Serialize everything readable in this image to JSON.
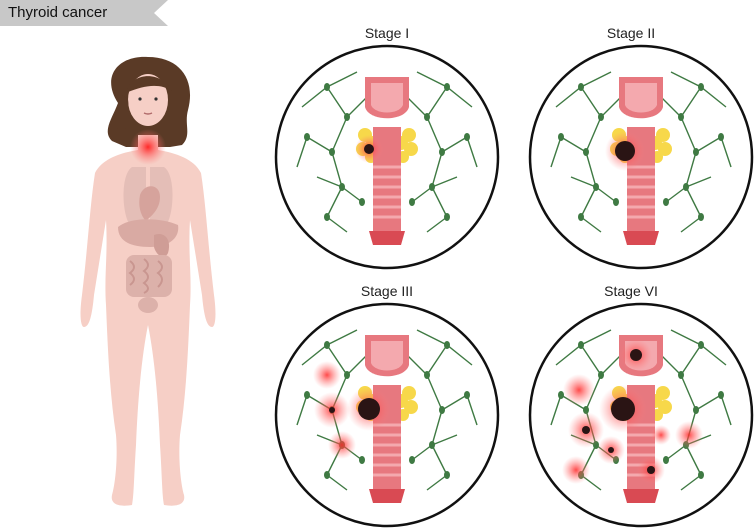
{
  "banner": {
    "title": "Thyroid cancer"
  },
  "stages": [
    {
      "label": "Stage I"
    },
    {
      "label": "Stage II"
    },
    {
      "label": "Stage III"
    },
    {
      "label": "Stage VI"
    }
  ],
  "colors": {
    "banner_bg": "#c8c8c8",
    "skin": "#f6cfc6",
    "organ": "#e0b9b3",
    "hair": "#5a3a26",
    "trachea": "#e7787f",
    "thyroid": "#f4a9ae",
    "thyroid_lobe": "#f7d84a",
    "lymph": "#3f7a43",
    "tumor": "#2a1414",
    "glow": "#ff3b3b",
    "circle_stroke": "#111111"
  },
  "icons": [
    "woman-body-illustration",
    "thyroid-highlight-icon",
    "lymph-node-icon",
    "tumor-icon"
  ]
}
